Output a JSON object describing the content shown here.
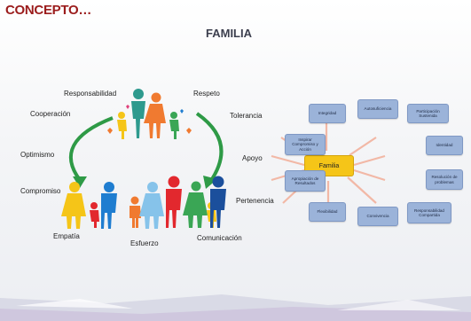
{
  "slide": {
    "title": "CONCEPTO…",
    "subtitle": "FAMILIA"
  },
  "values_illustration": {
    "labels": [
      "Responsabilidad",
      "Respeto",
      "Cooperación",
      "Tolerancia",
      "Optimismo",
      "Apoyo",
      "Compromiso",
      "Pertenencia",
      "Empatía",
      "Esfuerzo",
      "Comunicación"
    ]
  },
  "concept_map": {
    "center": "Familia",
    "nodes": [
      "Integridad",
      "Autosuficiencia",
      "Participación Sustenida",
      "Inspirar Compromiso y Acción",
      "Identidad",
      "Apropiación de Resultados",
      "Resolución de problemas",
      "Flexibilidad",
      "Convivencia",
      "Responsabilidad Compartida"
    ]
  },
  "colors": {
    "title": "#9b1c1c",
    "node_fill": "#9bb3d9",
    "center_fill": "#f5c518",
    "arrow": "#f2b8a6",
    "cycle_arrow": "#2e9a46"
  }
}
